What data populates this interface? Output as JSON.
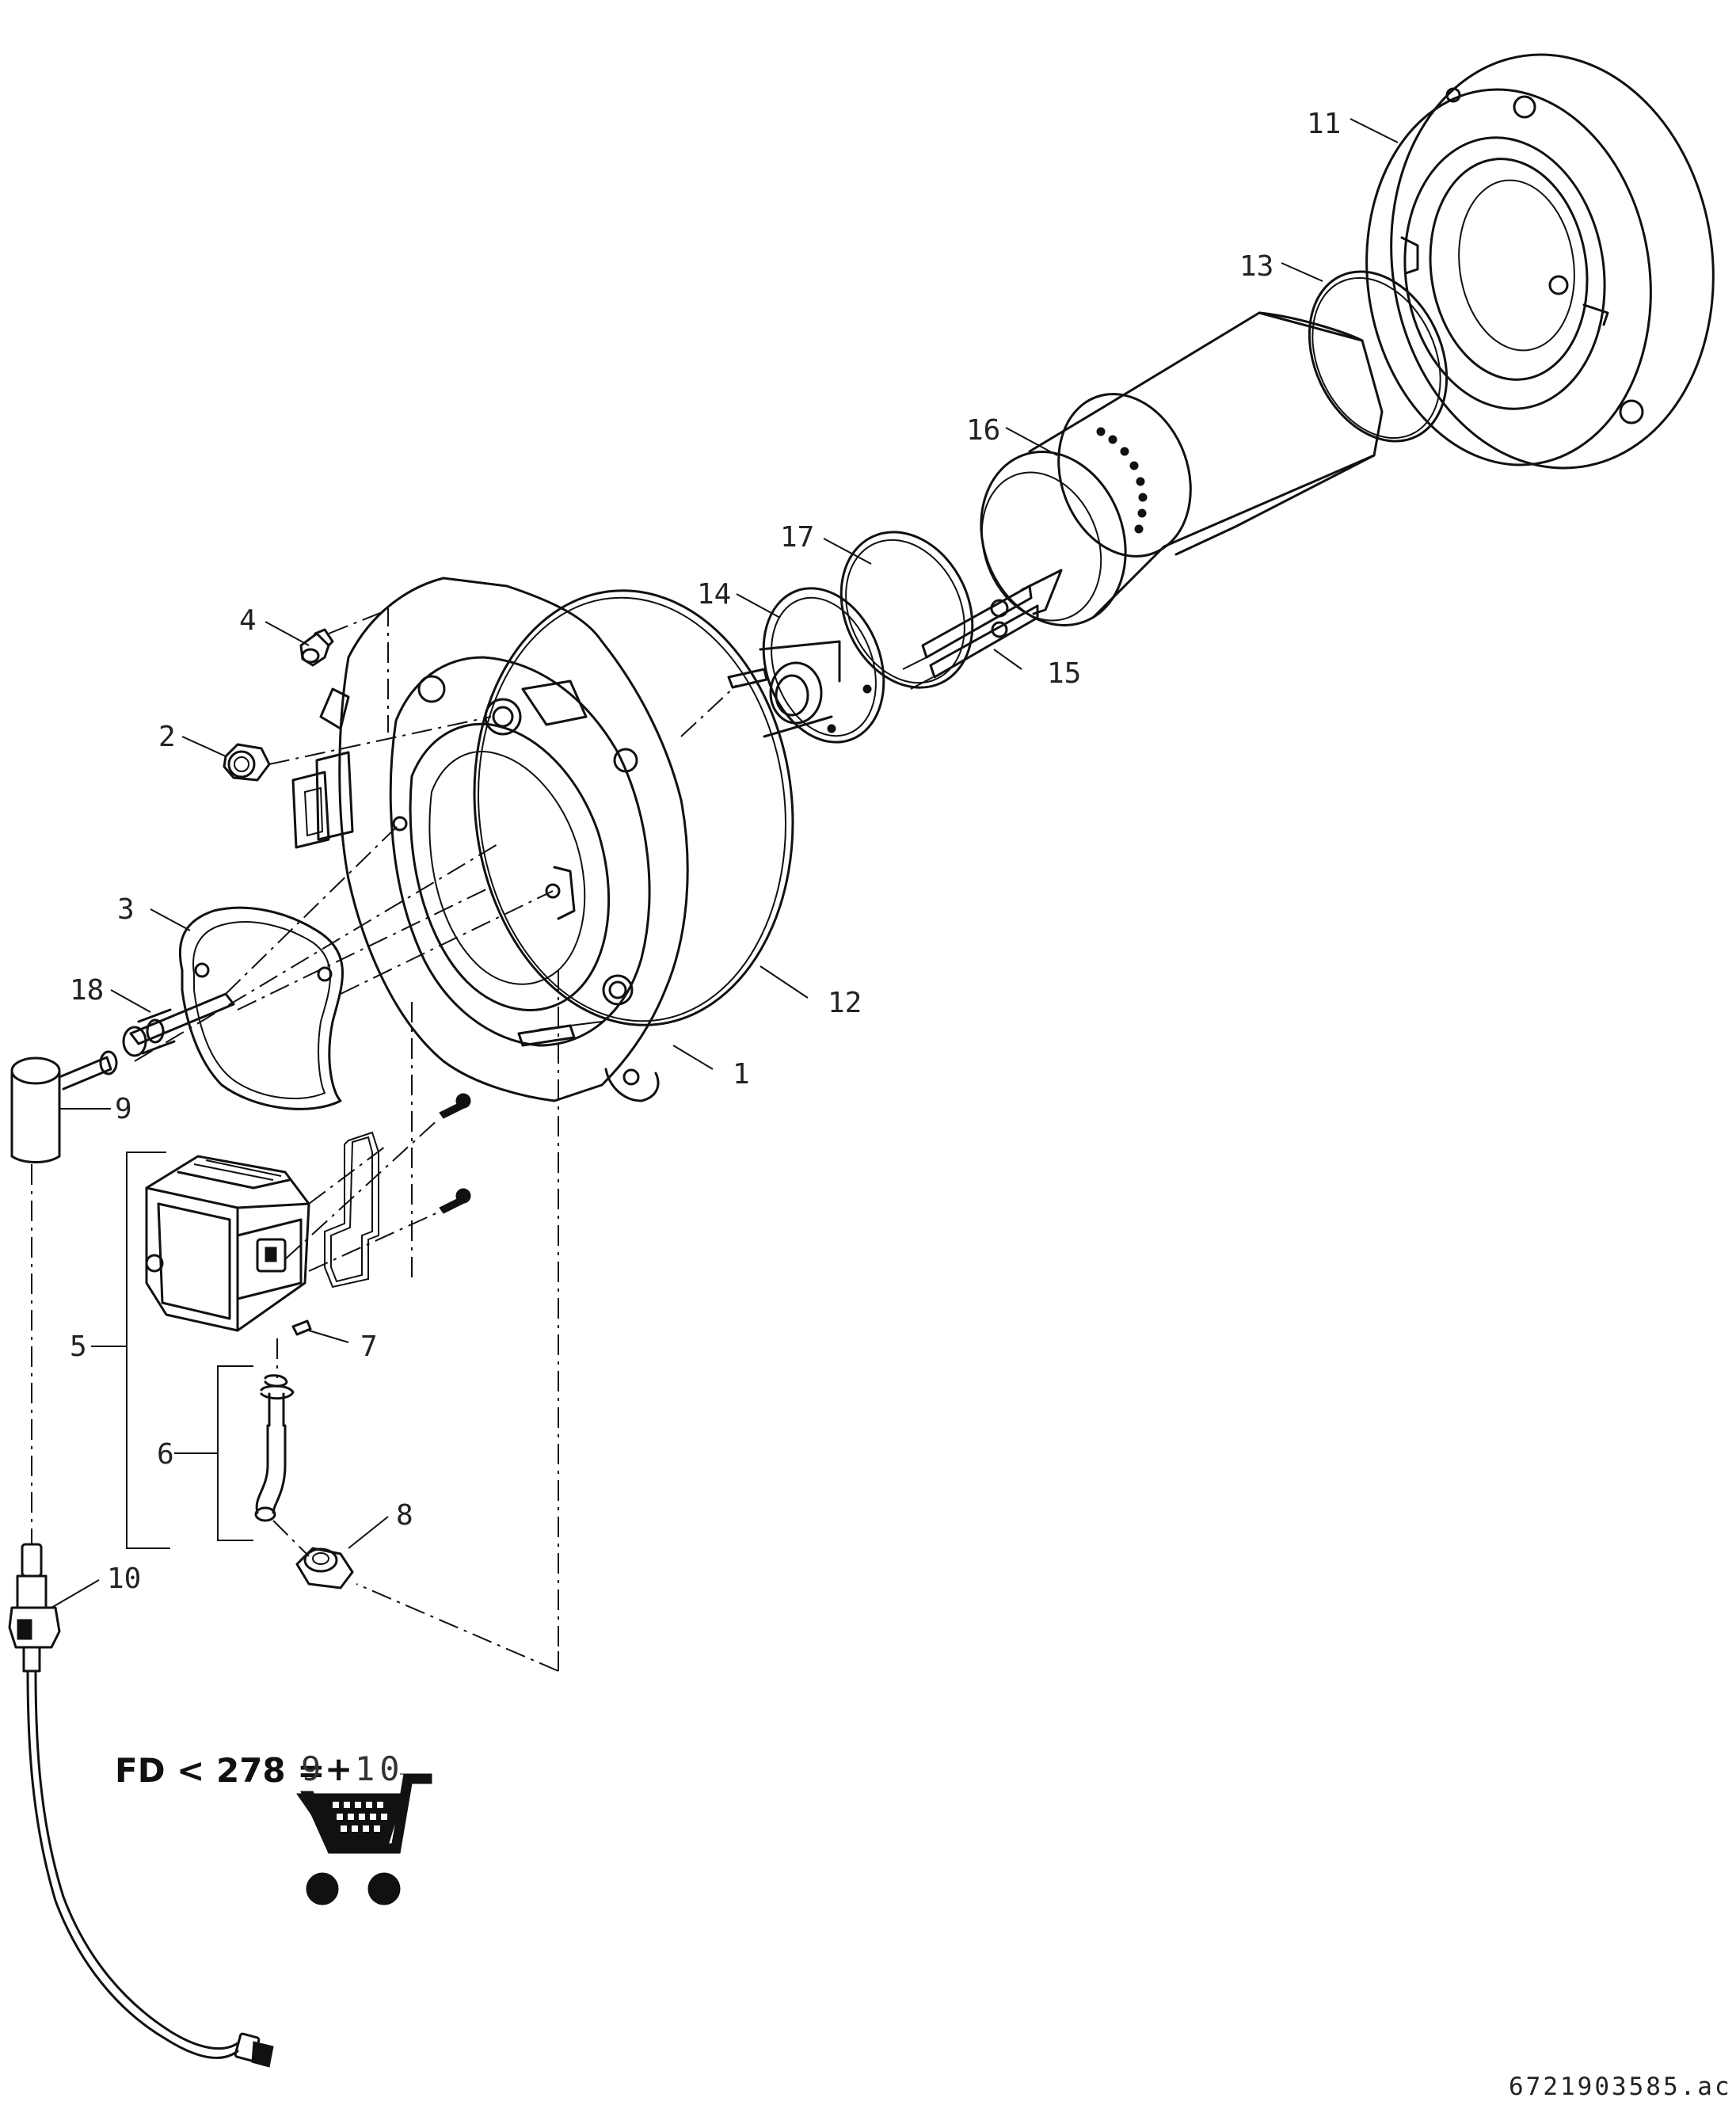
{
  "callouts": [
    {
      "id": "1",
      "label": "1"
    },
    {
      "id": "2",
      "label": "2"
    },
    {
      "id": "3",
      "label": "3"
    },
    {
      "id": "4",
      "label": "4"
    },
    {
      "id": "5",
      "label": "5"
    },
    {
      "id": "6",
      "label": "6"
    },
    {
      "id": "7",
      "label": "7"
    },
    {
      "id": "8",
      "label": "8"
    },
    {
      "id": "9",
      "label": "9"
    },
    {
      "id": "10",
      "label": "10"
    },
    {
      "id": "11",
      "label": "11"
    },
    {
      "id": "12",
      "label": "12"
    },
    {
      "id": "13",
      "label": "13"
    },
    {
      "id": "14",
      "label": "14"
    },
    {
      "id": "15",
      "label": "15"
    },
    {
      "id": "16",
      "label": "16"
    },
    {
      "id": "17",
      "label": "17"
    },
    {
      "id": "18",
      "label": "18"
    }
  ],
  "order_note": {
    "prefix": "FD < 278 =",
    "part_a": "9",
    "plus": "+",
    "part_b": "10",
    "icon": "shopping-cart-icon"
  },
  "drawing_number": "6721903585.ac"
}
